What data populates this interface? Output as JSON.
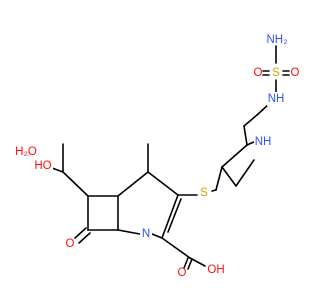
{
  "molecule": {
    "colors": {
      "oxygen": "#ff0d0d",
      "nitrogen": "#3050f8",
      "sulfur": "#c6a800",
      "carbon": "#000000"
    },
    "labels": {
      "water": "H₂O",
      "nh2": "NH₂",
      "sulfonyl_s": "S",
      "sulfonyl_o_left": "O",
      "sulfonyl_o_right": "O",
      "sulfamide_nh": "NH",
      "ring_nh": "NH",
      "thioether_s": "S",
      "hydroxy": "HO",
      "lactam_o": "O",
      "bicyclic_n": "N",
      "acid_o": "O",
      "acid_oh": "OH"
    }
  }
}
